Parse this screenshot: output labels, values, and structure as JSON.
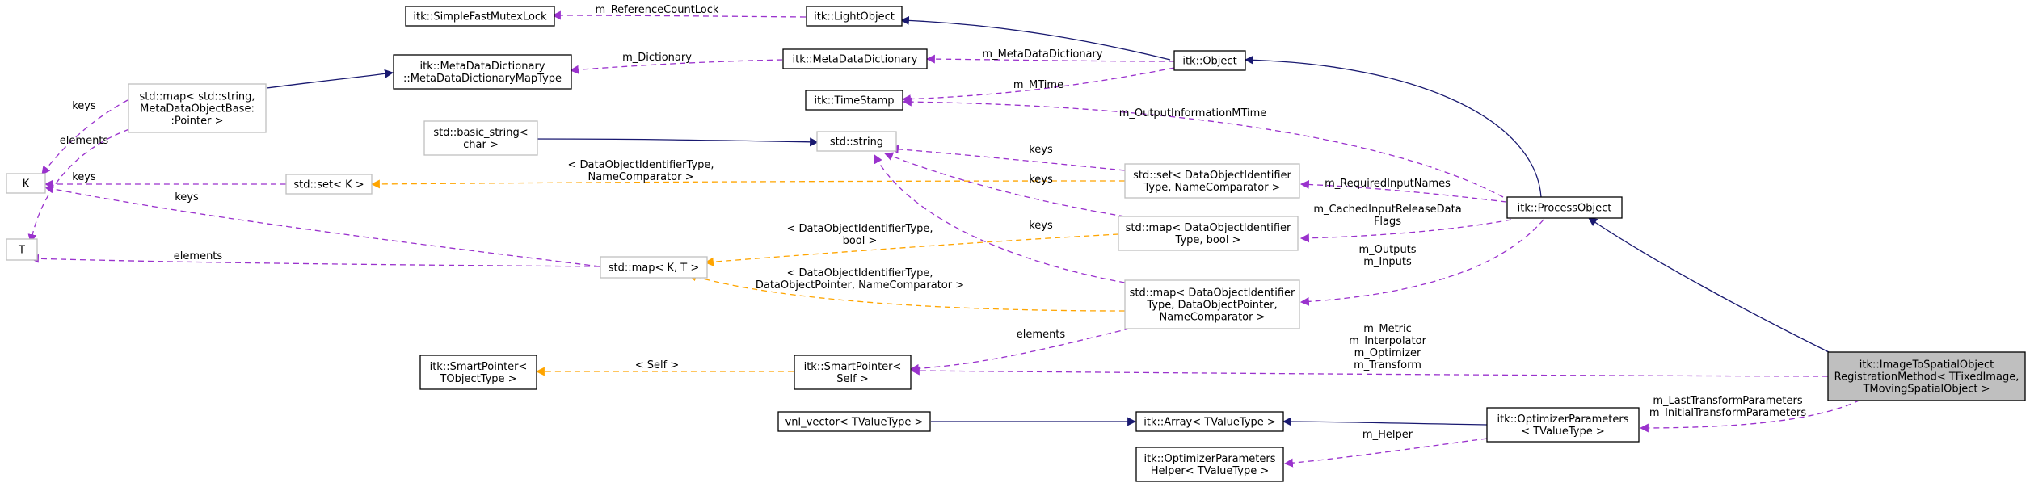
{
  "nodes": {
    "fastmutexlock": {
      "lines": [
        "itk::SimpleFastMutexLock"
      ]
    },
    "lightobject": {
      "lines": [
        "itk::LightObject"
      ]
    },
    "mddmaptype": {
      "lines": [
        "itk::MetaDataDictionary",
        "::MetaDataDictionaryMapType"
      ]
    },
    "mdd": {
      "lines": [
        "itk::MetaDataDictionary"
      ]
    },
    "object": {
      "lines": [
        "itk::Object"
      ]
    },
    "stdmapstring": {
      "lines": [
        "std::map< std::string,",
        "MetaDataObjectBase:",
        ":Pointer >"
      ]
    },
    "timestamp": {
      "lines": [
        "itk::TimeStamp"
      ]
    },
    "k": {
      "lines": [
        "K"
      ]
    },
    "basicstring": {
      "lines": [
        "std::basic_string<",
        "char >"
      ]
    },
    "stdstring": {
      "lines": [
        "std::string"
      ]
    },
    "setk": {
      "lines": [
        "std::set< K >"
      ]
    },
    "setdoid": {
      "lines": [
        "std::set< DataObjectIdentifier",
        "Type, NameComparator >"
      ]
    },
    "processobject": {
      "lines": [
        "itk::ProcessObject"
      ]
    },
    "t": {
      "lines": [
        "T"
      ]
    },
    "mapbool": {
      "lines": [
        "std::map< DataObjectIdentifier",
        "Type, bool >"
      ]
    },
    "mapkt": {
      "lines": [
        "std::map< K, T >"
      ]
    },
    "mapdopointer": {
      "lines": [
        "std::map< DataObjectIdentifier",
        "Type, DataObjectPointer,",
        "NameComparator >"
      ]
    },
    "smartpointerT": {
      "lines": [
        "itk::SmartPointer<",
        "TObjectType >"
      ]
    },
    "smartpointerself": {
      "lines": [
        "itk::SmartPointer<",
        "Self >"
      ]
    },
    "imagetospatial": {
      "lines": [
        "itk::ImageToSpatialObject",
        "RegistrationMethod< TFixedImage,",
        "TMovingSpatialObject >"
      ]
    },
    "vnlvector": {
      "lines": [
        "vnl_vector< TValueType >"
      ]
    },
    "itkarray": {
      "lines": [
        "itk::Array< TValueType >"
      ]
    },
    "optparams": {
      "lines": [
        "itk::OptimizerParameters",
        "< TValueType >"
      ]
    },
    "optparamshelper": {
      "lines": [
        "itk::OptimizerParameters",
        "Helper< TValueType >"
      ]
    }
  },
  "edges": {
    "refcountlock": {
      "lines": [
        "m_ReferenceCountLock"
      ]
    },
    "dictionary": {
      "lines": [
        "m_Dictionary"
      ]
    },
    "metadatadictionary": {
      "lines": [
        "m_MetaDataDictionary"
      ]
    },
    "mtime": {
      "lines": [
        "m_MTime"
      ]
    },
    "outputinfomtime": {
      "lines": [
        "m_OutputInformationMTime"
      ]
    },
    "keys_stdmap_k": {
      "lines": [
        "keys"
      ]
    },
    "elements_stdmap_t": {
      "lines": [
        "elements"
      ]
    },
    "keys_setk_k": {
      "lines": [
        "keys"
      ]
    },
    "setk_template": {
      "lines": [
        "< DataObjectIdentifierType,",
        "NameComparator >"
      ]
    },
    "keys_setdoid": {
      "lines": [
        "keys"
      ]
    },
    "keys_mapbool": {
      "lines": [
        "keys"
      ]
    },
    "keys_mapdop": {
      "lines": [
        "keys"
      ]
    },
    "requiredinputnames": {
      "lines": [
        "m_RequiredInputNames"
      ]
    },
    "cachedinputrelease": {
      "lines": [
        "m_CachedInputReleaseData",
        "Flags"
      ]
    },
    "outputsinputs": {
      "lines": [
        "m_Outputs",
        "m_Inputs"
      ]
    },
    "keys_mapkt": {
      "lines": [
        "keys"
      ]
    },
    "elements_mapkt_t": {
      "lines": [
        "elements"
      ]
    },
    "mapkt_bool_template": {
      "lines": [
        "< DataObjectIdentifierType,",
        "bool >"
      ]
    },
    "mapkt_dop_template": {
      "lines": [
        "< DataObjectIdentifierType,",
        "DataObjectPointer, NameComparator >"
      ]
    },
    "elements_mapdop": {
      "lines": [
        "elements"
      ]
    },
    "self_template": {
      "lines": [
        "< Self >"
      ]
    },
    "metric_group": {
      "lines": [
        "m_Metric",
        "m_Interpolator",
        "m_Optimizer",
        "m_Transform"
      ]
    },
    "transformparams": {
      "lines": [
        "m_LastTransformParameters",
        "m_InitialTransformParameters"
      ]
    },
    "helper": {
      "lines": [
        "m_Helper"
      ]
    }
  },
  "colors": {
    "inheritance": "#191970",
    "member": "#9a32cd",
    "template": "#ffa500",
    "focus_fill": "#bfbfbf",
    "grey_border": "#bfbfbf"
  }
}
